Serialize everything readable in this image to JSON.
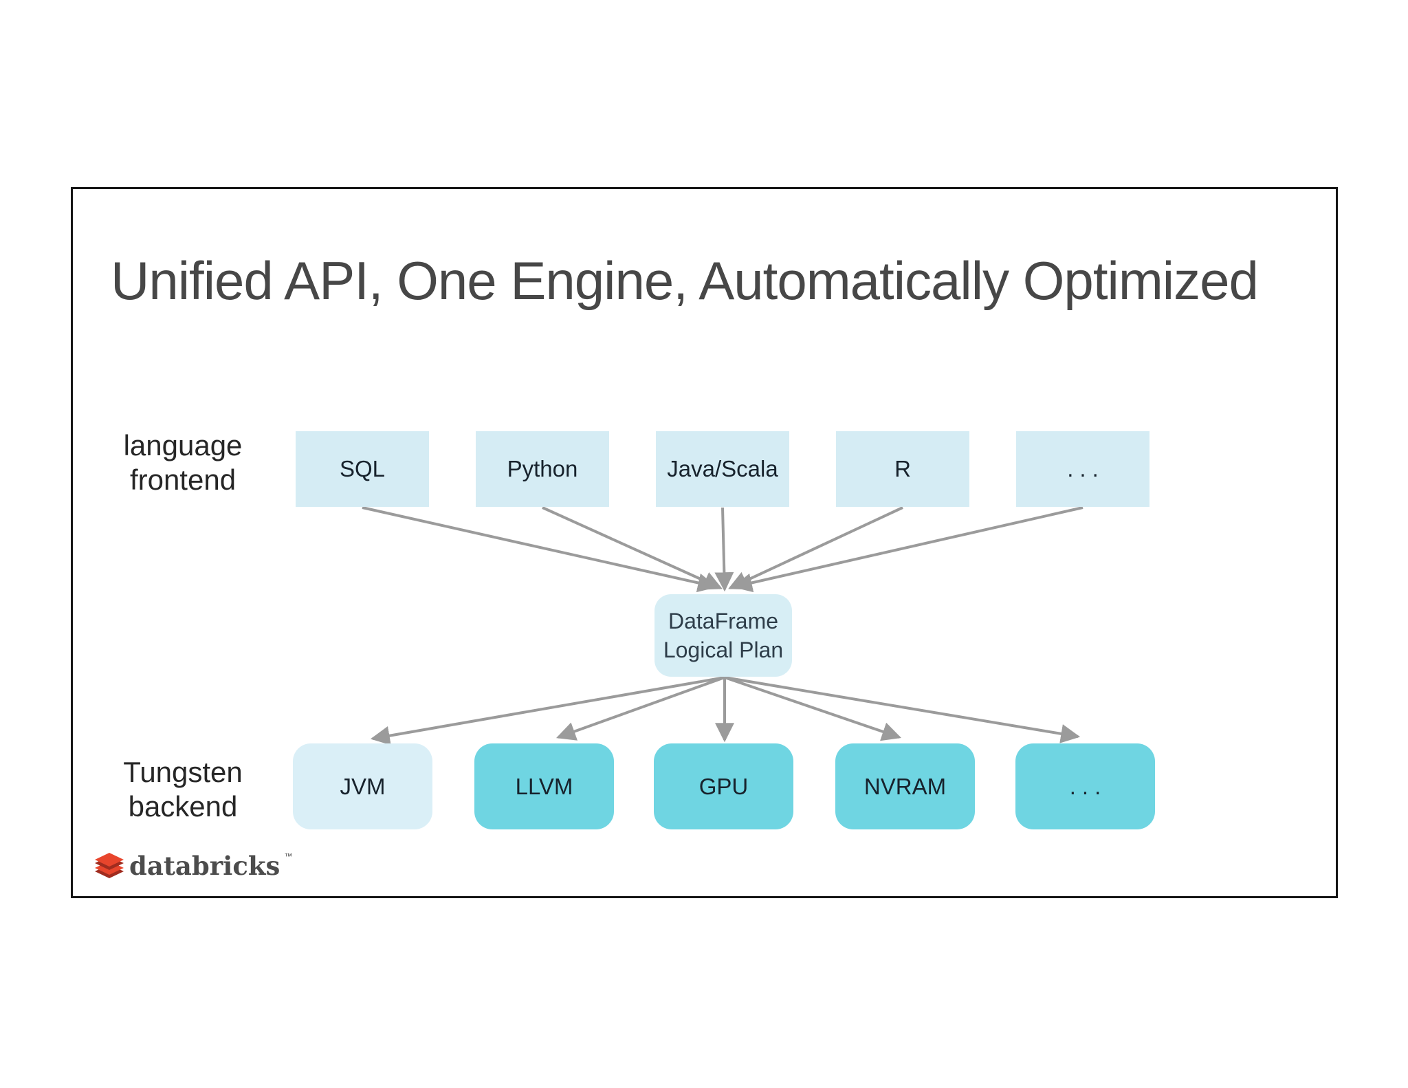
{
  "title": "Unified API, One Engine, Automatically Optimized",
  "frontend": {
    "label_line1": "language",
    "label_line2": "frontend",
    "boxes": [
      {
        "label": "SQL"
      },
      {
        "label": "Python"
      },
      {
        "label": "Java/Scala"
      },
      {
        "label": "R"
      },
      {
        "label": "..."
      }
    ]
  },
  "dataframe": {
    "line1": "DataFrame",
    "line2": "Logical Plan"
  },
  "backend": {
    "label_line1": "Tungsten",
    "label_line2": "backend",
    "boxes": [
      {
        "label": "JVM"
      },
      {
        "label": "LLVM"
      },
      {
        "label": "GPU"
      },
      {
        "label": "NVRAM"
      },
      {
        "label": "..."
      }
    ]
  },
  "footer": {
    "brand": "databricks",
    "trademark": "™"
  },
  "icons": {
    "brand_logo": "databricks-bricks-icon"
  },
  "colors": {
    "frontend_box": "#d5ecf4",
    "dataframe_box": "#d7eef5",
    "backend_box_light": "#daeff7",
    "backend_box": "#6fd5e2",
    "arrow": "#9b9b9b",
    "title_text": "#474747",
    "box_text": "#17222c",
    "brand_red": "#e8452c",
    "brand_red_dark": "#a02c1f",
    "slide_border": "#161616"
  }
}
